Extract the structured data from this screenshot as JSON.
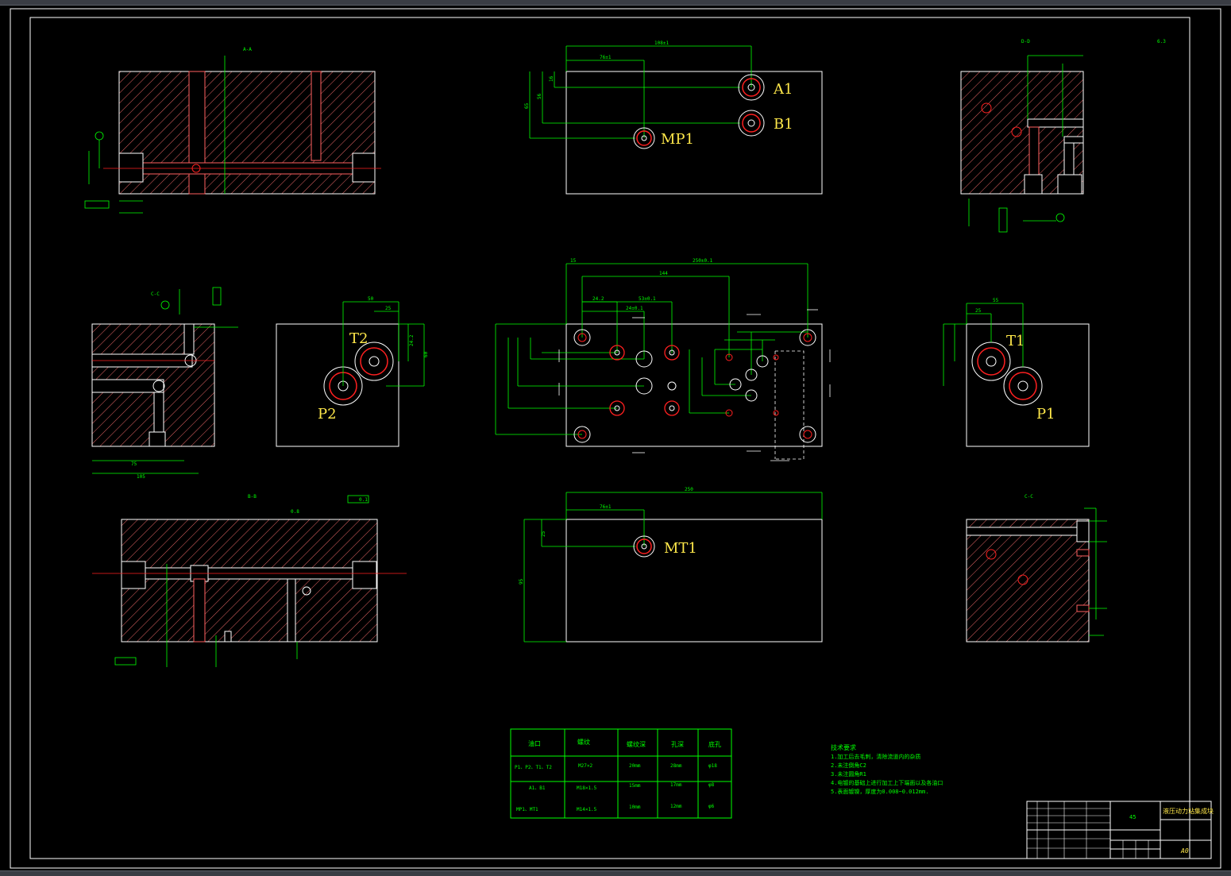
{
  "views": {
    "aa_title": "A-A",
    "bb_title": "B-B",
    "cc_title": "C-C",
    "dd_title": "D-D",
    "ee_title": "E-E",
    "cc_left_title": "C-C"
  },
  "ports": {
    "a1": "A1",
    "b1": "B1",
    "mp1": "MP1",
    "t2": "T2",
    "p2": "P2",
    "t1": "T1",
    "p1": "P1",
    "mt1": "MT1"
  },
  "dimensions": {
    "top_108": "108±1",
    "top_76": "76±1",
    "top_65": "65",
    "top_56": "56",
    "top_16": "16",
    "mid_250": "250±0.1",
    "mid_144": "144",
    "mid_53": "53±0.1",
    "mid_24": "24±0.1",
    "mid_242": "24.2",
    "mid_15": "15",
    "left_75": "75",
    "left_105": "105",
    "t2_50": "50",
    "t2_25": "25",
    "t2_242": "24.2",
    "t2_60": "60",
    "t1_55": "55",
    "t1_25": "25",
    "bot_250": "250",
    "bot_76": "76±1",
    "bot_25": "25",
    "bot_95": "95",
    "bb_tol": "0.1",
    "bb_rough": "0.8"
  },
  "table": {
    "headers": [
      "油口",
      "螺纹",
      "螺纹深",
      "孔深",
      "底孔"
    ],
    "rows": [
      [
        "P1、P2、T1、T2",
        "M27×2",
        "20mm",
        "28mm",
        "φ18"
      ],
      [
        "A1、B1",
        "M18×1.5",
        "15mm",
        "17mm",
        "φ8"
      ],
      [
        "MP1、MT1",
        "M14×1.5",
        "10mm",
        "12mm",
        "φ6"
      ]
    ]
  },
  "notes": {
    "title": "技术要求",
    "lines": [
      "1.加工后去毛刺，清除流道内的杂质",
      "2.未注倒角C2",
      "3.未注圆角R1",
      "4.电镀的基础上进行加工上下端面以及各油口",
      "5.表面镀镍，厚度为0.008~0.012mm."
    ]
  },
  "titleblock": {
    "material": "45",
    "name": "液压动力站集成块",
    "scale": "A0",
    "roughness": "6.3"
  },
  "colors": {
    "frame": "#ffffff",
    "dim": "#00ff00",
    "hatch": "#ff6a6a",
    "port": "#ff2020",
    "label": "#ffe84a"
  }
}
